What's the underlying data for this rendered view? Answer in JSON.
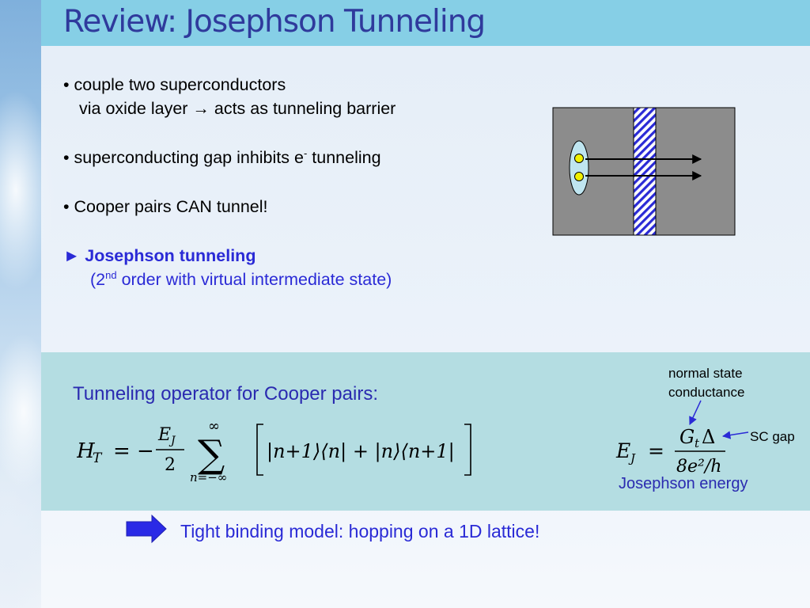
{
  "slide": {
    "title": "Review: Josephson Tunneling",
    "bullets": {
      "b1_line1": "• couple two superconductors",
      "b1_line2": "via oxide layer → acts as tunneling barrier",
      "b2_pre": "• superconducting gap inhibits e",
      "b2_sup": "-",
      "b2_post": " tunneling",
      "b3": "• Cooper pairs CAN tunnel!",
      "b4_head": "► Josephson tunneling",
      "b4_sub_pre": "(2",
      "b4_sub_sup": "nd",
      "b4_sub_post": " order with virtual intermediate state)"
    },
    "tunneling_operator_label": "Tunneling operator for Cooper pairs:",
    "normal_state_line1": "normal state",
    "normal_state_line2": "conductance",
    "sc_gap_label": "SC gap",
    "josephson_energy_label": "Josephson energy",
    "tight_binding": "Tight binding model: hopping on a 1D lattice!",
    "equations": {
      "ht_lhs": "H",
      "ht_lhs_sub": "T",
      "equals": "=",
      "minus": "−",
      "ej_num": "E",
      "ej_num_sub": "J",
      "ht_den": "2",
      "sum_top": "∞",
      "sum_symbol": "∑",
      "sum_bottom": "n=−∞",
      "bracket_body": "|n+1⟩⟨n| + |n⟩⟨n+1|",
      "ej_lhs": "E",
      "ej_lhs_sub": "J",
      "gt": "G",
      "gt_sub": "t",
      "delta": "Δ",
      "den": "8e²/h"
    },
    "colors": {
      "title": "#2f3a9c",
      "accent_blue": "#2a2ad6",
      "title_bar": "#86cfe6",
      "teal_panel": "#b4dde2",
      "block_gray": "#8c8c8c",
      "barrier_blue": "#2a2ad6",
      "cooper_fill": "#f0f000"
    },
    "icons": {
      "bullet_arrow": "right-triangle-icon",
      "big_arrow": "block-right-arrow-icon"
    }
  }
}
